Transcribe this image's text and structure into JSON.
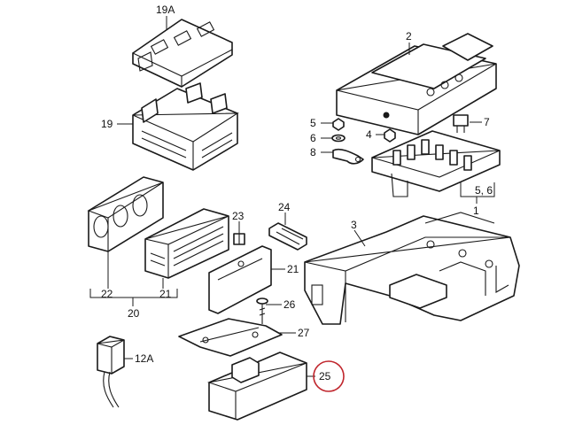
{
  "callouts": {
    "c19a": "19A",
    "c19": "19",
    "c2": "2",
    "c5": "5",
    "c6": "6",
    "c4": "4",
    "c7": "7",
    "c8": "8",
    "c56": "5, 6",
    "c1": "1",
    "c23": "23",
    "c24": "24",
    "c3": "3",
    "c21a": "21",
    "c22": "22",
    "c21b": "21",
    "c20": "20",
    "c26": "26",
    "c27": "27",
    "c12a": "12A",
    "c25": "25"
  },
  "highlight": {
    "part": "25",
    "color": "#c0262d"
  },
  "colors": {
    "line": "#1a1a1a",
    "background": "#ffffff"
  }
}
